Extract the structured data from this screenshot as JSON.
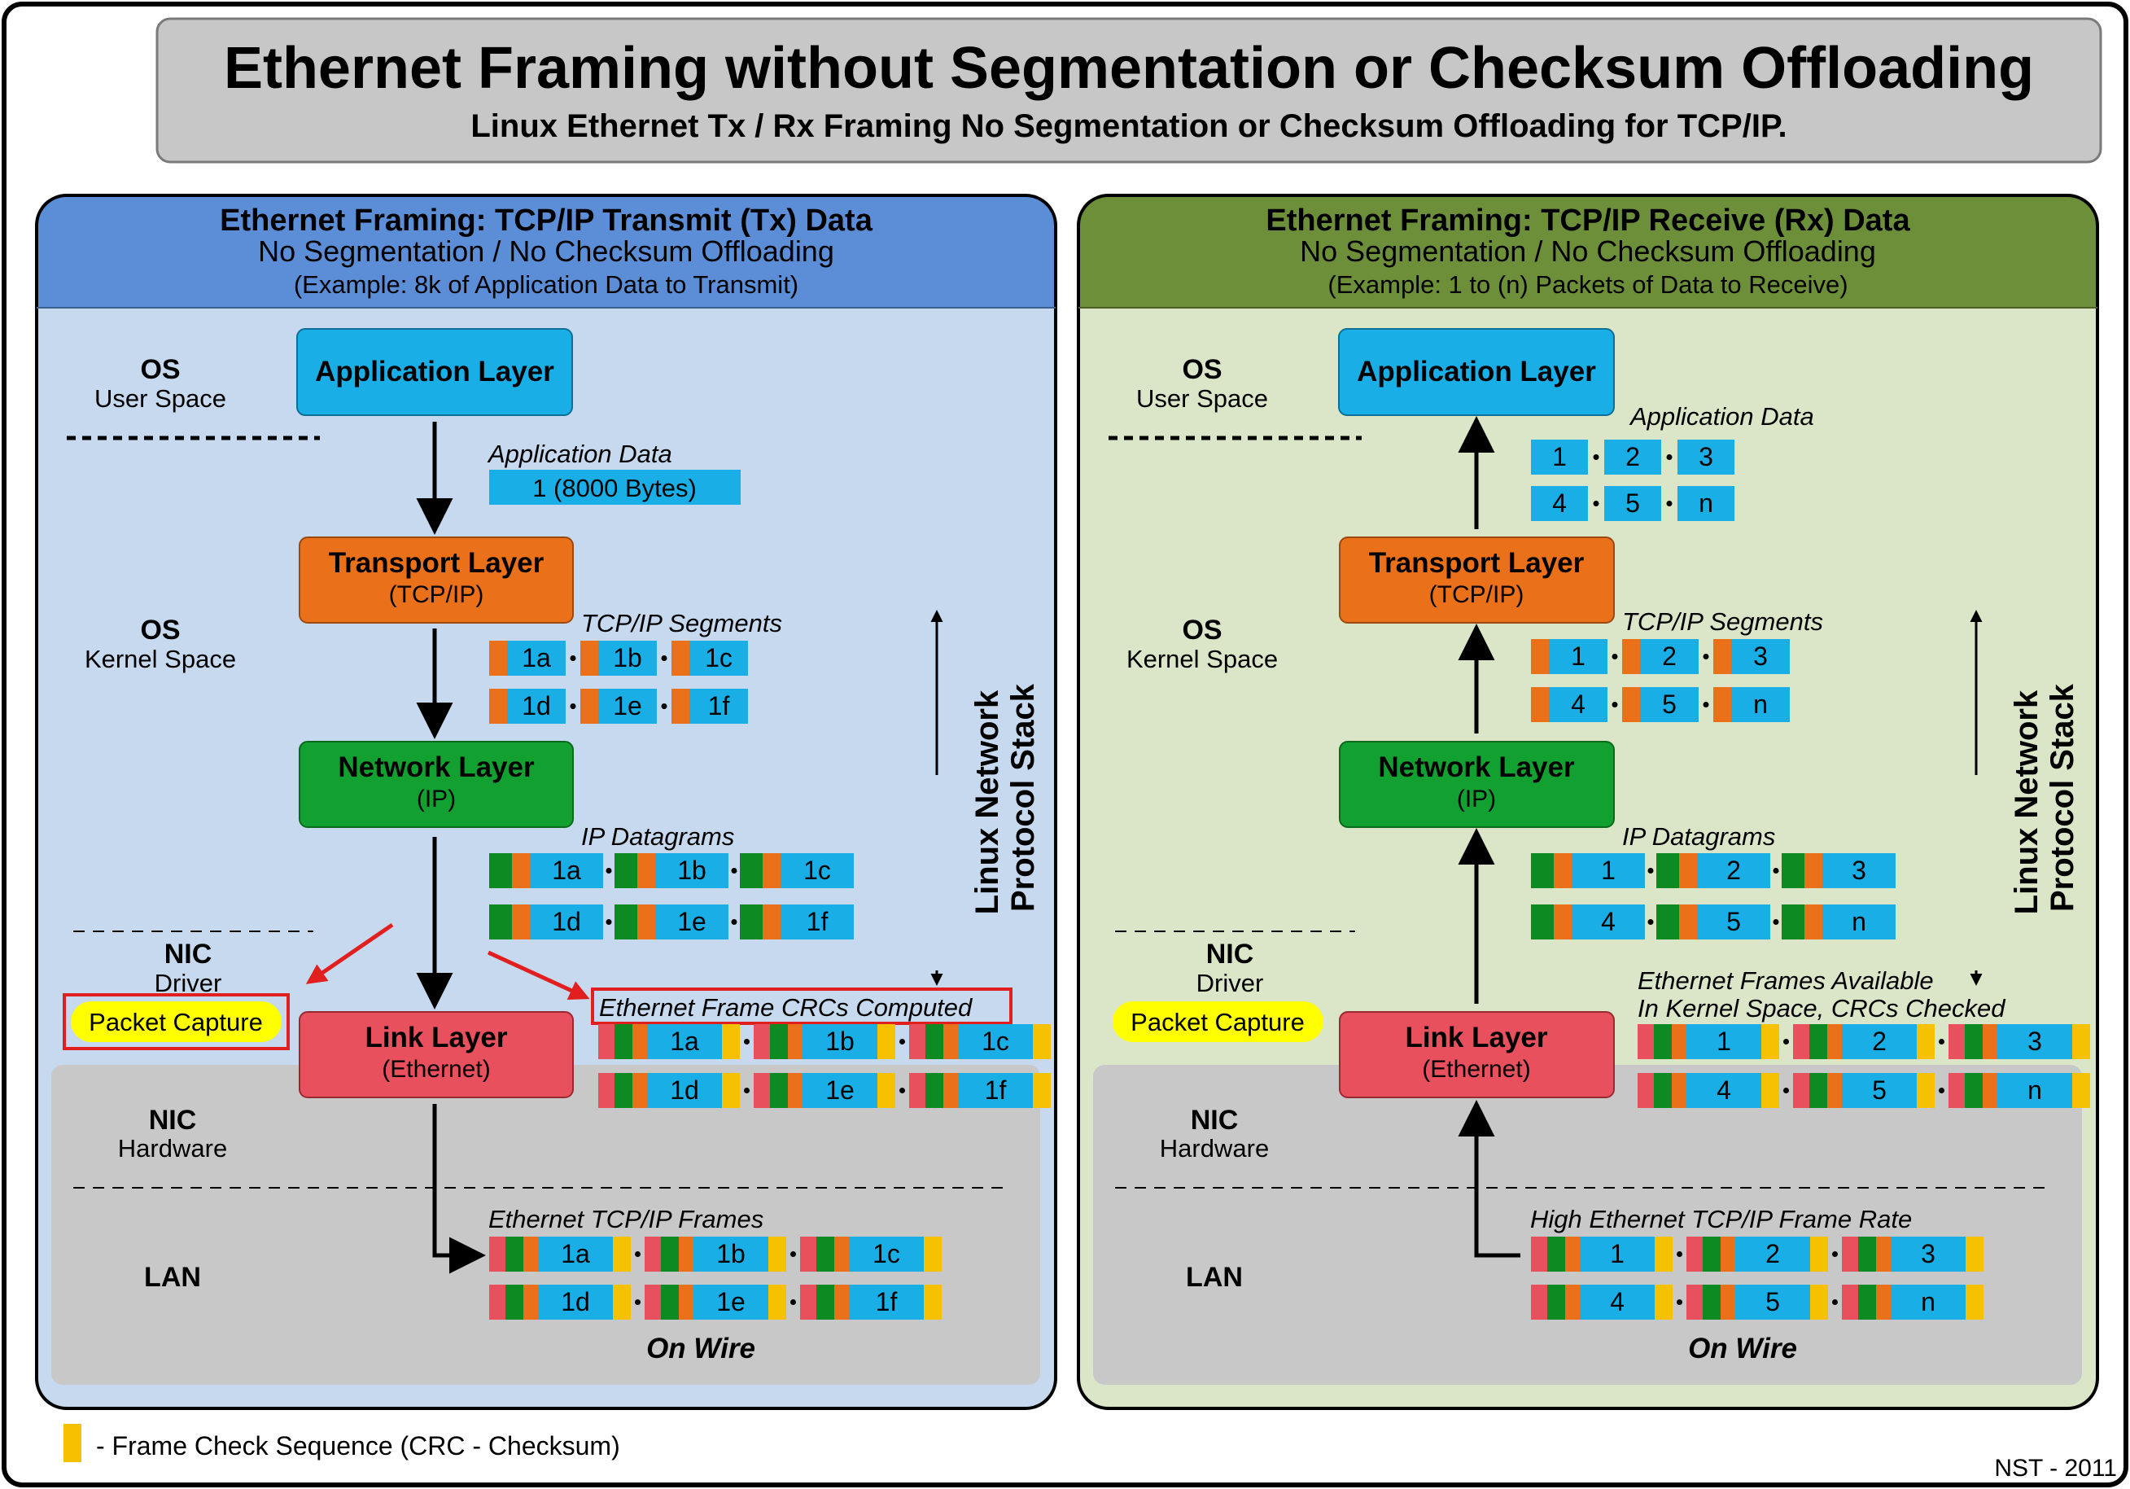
{
  "title": "Ethernet Framing without Segmentation or Checksum Offloading",
  "subtitle": "Linux Ethernet Tx / Rx Framing No Segmentation or Checksum Offloading for TCP/IP.",
  "colors": {
    "tx_header": "#5b8ed6",
    "tx_body": "#c6d9ef",
    "rx_header": "#6e8f3a",
    "rx_body": "#dbe6c8",
    "nic_area": "#c8c8c8",
    "app": "#19aee6",
    "transport": "#ea7119",
    "network": "#15a030",
    "network_dark": "#0e8a22",
    "link": "#e7505c",
    "data": "#19aee6",
    "fcs": "#f5c100",
    "pc_bg": "#ffff00",
    "highlight": "#e11f1f",
    "title_bg": "#c7c7c7"
  },
  "left": {
    "header": "Ethernet Framing: TCP/IP Transmit (Tx) Data",
    "header_sub1": "No Segmentation / No Checksum Offloading",
    "header_sub2": "(Example: 8k of Application Data to Transmit)",
    "app_layer": "Application Layer",
    "transport_layer": "Transport Layer",
    "transport_sub": "(TCP/IP)",
    "network_layer": "Network Layer",
    "network_sub": "(IP)",
    "link_layer": "Link Layer",
    "link_sub": "(Ethernet)",
    "zone_os_user_1": "OS",
    "zone_os_user_2": "User Space",
    "zone_os_kernel_1": "OS",
    "zone_os_kernel_2": "Kernel Space",
    "zone_nic_driver_1": "NIC",
    "zone_nic_driver_2": "Driver",
    "zone_nic_hw_1": "NIC",
    "zone_nic_hw_2": "Hardware",
    "zone_lan": "LAN",
    "packet_capture": "Packet Capture",
    "app_data_label": "Application Data",
    "app_data_value": "1 (8000 Bytes)",
    "seg_label": "TCP/IP Segments",
    "dgram_label": "IP Datagrams",
    "frames_label": "Ethernet Frame CRCs Computed",
    "wire_label": "Ethernet TCP/IP Frames",
    "on_wire": "On Wire",
    "stack_label_1": "Linux Network",
    "stack_label_2": "Protocol Stack",
    "ids": [
      "1a",
      "1b",
      "1c",
      "1d",
      "1e",
      "1f"
    ]
  },
  "right": {
    "header": "Ethernet Framing: TCP/IP Receive (Rx) Data",
    "header_sub1": "No Segmentation / No Checksum Offloading",
    "header_sub2": "(Example: 1 to (n) Packets of Data to Receive)",
    "app_layer": "Application Layer",
    "transport_layer": "Transport Layer",
    "transport_sub": "(TCP/IP)",
    "network_layer": "Network Layer",
    "network_sub": "(IP)",
    "link_layer": "Link Layer",
    "link_sub": "(Ethernet)",
    "zone_os_user_1": "OS",
    "zone_os_user_2": "User Space",
    "zone_os_kernel_1": "OS",
    "zone_os_kernel_2": "Kernel Space",
    "zone_nic_driver_1": "NIC",
    "zone_nic_driver_2": "Driver",
    "zone_nic_hw_1": "NIC",
    "zone_nic_hw_2": "Hardware",
    "zone_lan": "LAN",
    "packet_capture": "Packet Capture",
    "app_data_label": "Application Data",
    "seg_label": "TCP/IP Segments",
    "dgram_label": "IP Datagrams",
    "frames_label_1": "Ethernet Frames Available",
    "frames_label_2": "In Kernel Space, CRCs Checked",
    "wire_label": "High Ethernet TCP/IP Frame Rate",
    "on_wire": "On Wire",
    "stack_label_1": "Linux Network",
    "stack_label_2": "Protocol Stack",
    "ids": [
      "1",
      "2",
      "3",
      "4",
      "5",
      "n"
    ]
  },
  "legend": "- Frame Check Sequence (CRC - Checksum)",
  "footer": "NST - 2011"
}
